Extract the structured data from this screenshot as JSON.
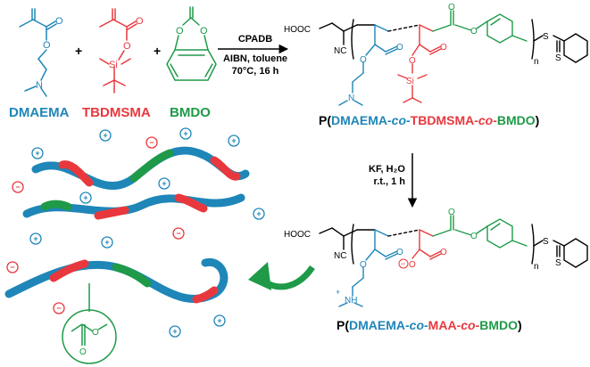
{
  "colors": {
    "blue": "#1f86b8",
    "red": "#e8383d",
    "green": "#1e9a48",
    "black": "#000000"
  },
  "monomers": [
    {
      "name": "DMAEMA",
      "color": "#1f86b8"
    },
    {
      "name": "TBDMSMA",
      "color": "#e8383d"
    },
    {
      "name": "BMDO",
      "color": "#1e9a48"
    }
  ],
  "atoms": {
    "o": "O",
    "n": "N",
    "si": "Si",
    "nc": "NC",
    "cooh": "HOOC",
    "s": "S",
    "sub_n": "n",
    "plus": "+",
    "minus": "−",
    "nh": "NH",
    "plus_charge": "+"
  },
  "reaction1": {
    "reagent": "CPADB",
    "conditions_line1": "AIBN, toluene",
    "conditions_line2": "70°C, 16 h"
  },
  "reaction2": {
    "conditions_line1": "KF, H₂O",
    "conditions_line2": "r.t., 1 h"
  },
  "polymer1": {
    "prefix": "P(",
    "m1": "DMAEMA",
    "co1": "-co-",
    "m2": "TBDMSMA",
    "co2": "-co-",
    "m3": "BMDO",
    "suffix": ")"
  },
  "polymer2": {
    "prefix": "P(",
    "m1": "DMAEMA",
    "co1": "-co-",
    "m2": "MAA",
    "co2": "-co-",
    "m3": "BMDO",
    "suffix": ")"
  },
  "icons": [
    "polyelectrolyte-chain-icon",
    "ester-group-icon",
    "curved-arrow-icon",
    "reaction-arrow-icon"
  ]
}
